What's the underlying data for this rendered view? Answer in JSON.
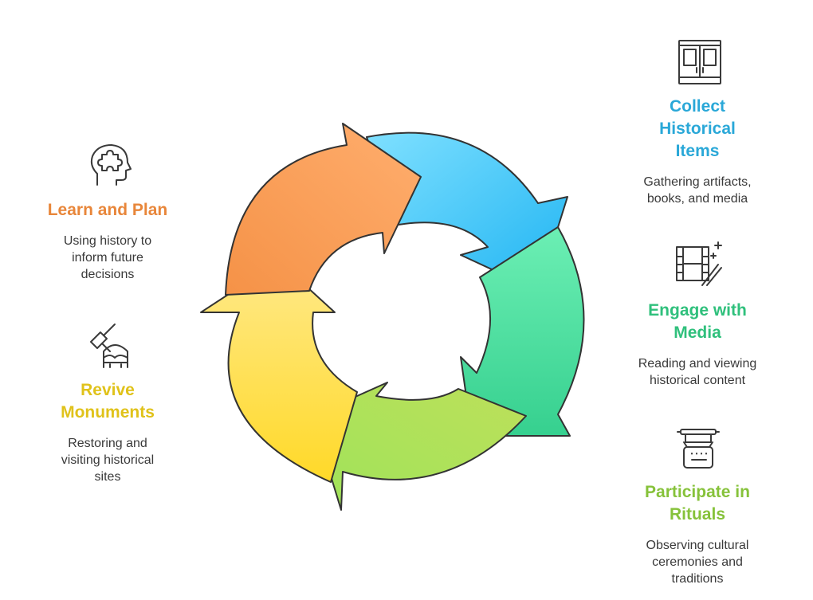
{
  "steps": [
    {
      "title": "Collect\nHistorical\nItems",
      "description": "Gathering artifacts,\nbooks, and media",
      "color": "#2aa8d8",
      "icon": "cabinet-icon"
    },
    {
      "title": "Engage with\nMedia",
      "description": "Reading and viewing\nhistorical content",
      "color": "#2fc07c",
      "icon": "film-wand-icon"
    },
    {
      "title": "Participate in\nRituals",
      "description": "Observing cultural\nceremonies and\ntraditions",
      "color": "#86c23a",
      "icon": "typewriter-icon"
    },
    {
      "title": "Revive\nMonuments",
      "description": "Restoring and\nvisiting historical\nsites",
      "color": "#e0c21a",
      "icon": "hammer-mask-icon"
    },
    {
      "title": "Learn and Plan",
      "description": "Using history to\ninform future\ndecisions",
      "color": "#e8863a",
      "icon": "head-puzzle-icon"
    }
  ],
  "arrow_colors": {
    "blue": [
      "#7fe0ff",
      "#1fb4f2"
    ],
    "green": [
      "#6cefb4",
      "#36d08f"
    ],
    "lime": [
      "#a6e85e",
      "#bde05a"
    ],
    "yellow": [
      "#ffe06a",
      "#ffd93a"
    ],
    "orange": [
      "#ffaa66",
      "#f59247"
    ]
  }
}
